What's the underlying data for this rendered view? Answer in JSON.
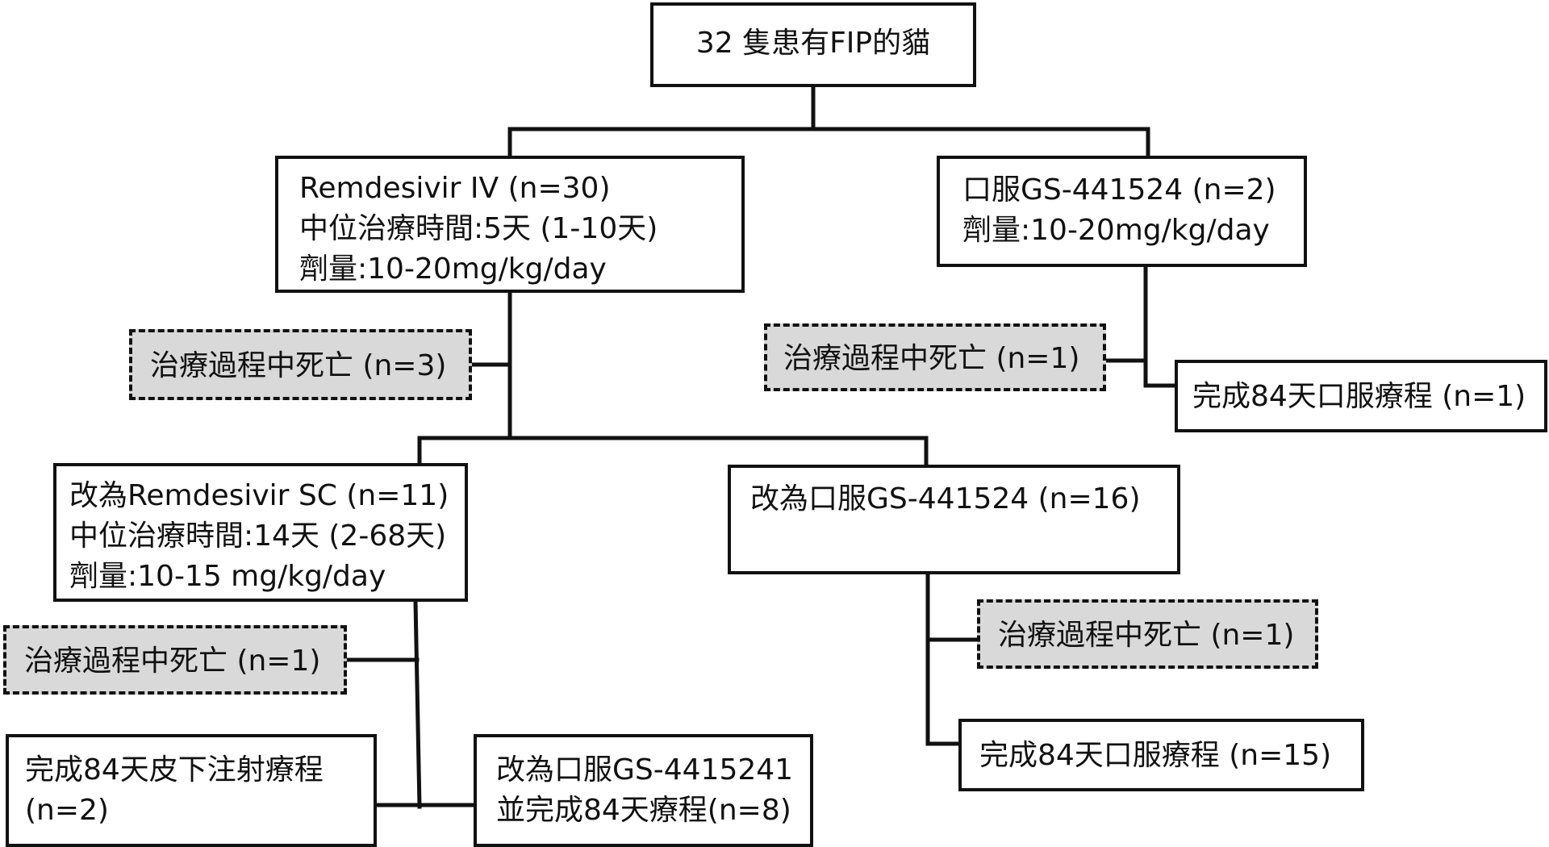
{
  "diagram": {
    "nodes": {
      "root": {
        "lines": [
          "32 隻患有FIP的貓"
        ]
      },
      "remdesivir_iv": {
        "lines": [
          "Remdesivir IV (n=30)",
          "中位治療時間:5天 (1-10天)",
          "劑量:10-20mg/kg/day"
        ]
      },
      "oral_gs_2": {
        "lines": [
          "口服GS-441524 (n=2)",
          "劑量:10-20mg/kg/day"
        ]
      },
      "death_iv": {
        "lines": [
          "治療過程中死亡 (n=3)"
        ]
      },
      "death_oral_2": {
        "lines": [
          "治療過程中死亡 (n=1)"
        ]
      },
      "complete_oral_1": {
        "lines": [
          "完成84天口服療程 (n=1)"
        ]
      },
      "remdesivir_sc": {
        "lines": [
          "改為Remdesivir SC (n=11)",
          "中位治療時間:14天 (2-68天)",
          "劑量:10-15 mg/kg/day"
        ]
      },
      "switch_oral_16": {
        "lines": [
          "改為口服GS-441524 (n=16)"
        ]
      },
      "death_sc": {
        "lines": [
          "治療過程中死亡 (n=1)"
        ]
      },
      "death_oral_16": {
        "lines": [
          "治療過程中死亡 (n=1)"
        ]
      },
      "complete_sc_2": {
        "text": "完成84天皮下注射療程 (n=2)"
      },
      "switch_oral_8": {
        "lines": [
          "改為口服GS-4415241",
          "並完成84天療程(n=8)"
        ]
      },
      "complete_oral_15": {
        "lines": [
          "完成84天口服療程 (n=15)"
        ]
      }
    },
    "colors": {
      "line": "#111111",
      "box_fill": "#ffffff",
      "death_fill": "#d9d9d9"
    }
  }
}
